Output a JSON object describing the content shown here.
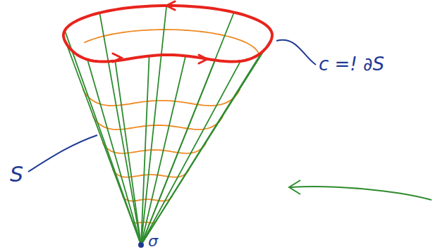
{
  "diagram": {
    "labels": [
      "c =! ∂S",
      "S",
      "σ"
    ]
  }
}
